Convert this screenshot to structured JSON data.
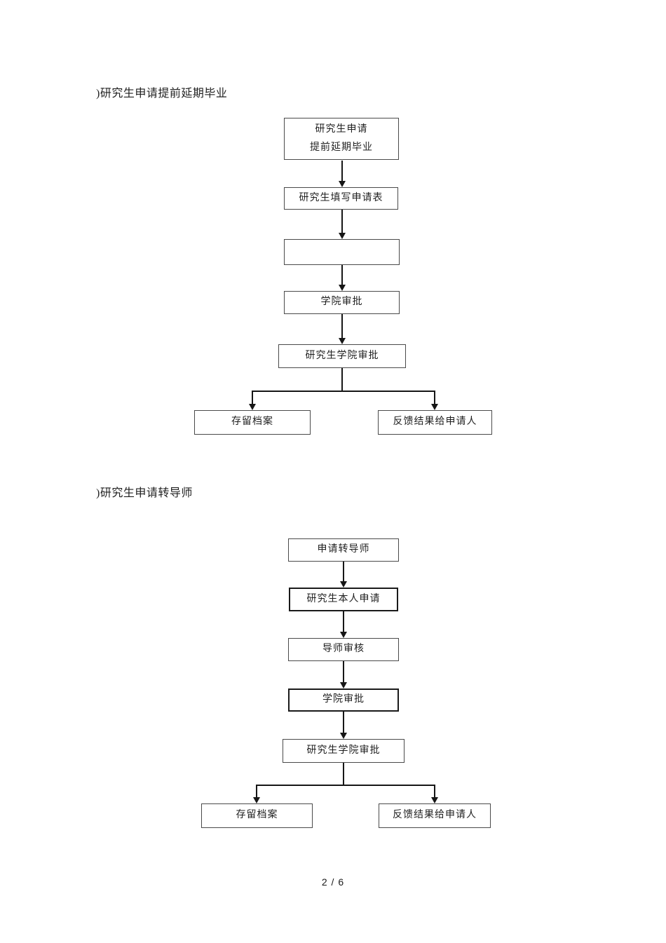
{
  "page": {
    "number_label": "2 / 6"
  },
  "theme": {
    "background": "#ffffff",
    "text_color": "#1a1a1a",
    "box_border_color": "#4a4a4a",
    "bold_box_border_color": "#1a1a1a",
    "arrow_color": "#161616"
  },
  "sections": [
    {
      "heading": ")研究生申请提前延期毕业",
      "nodes": {
        "start_line1": "研究生申请",
        "start_line2": "提前延期毕业",
        "fill_form": "研究生填写申请表",
        "empty_step": "",
        "college_approval": "学院审批",
        "grad_school_approval": "研究生学院审批",
        "archive": "存留档案",
        "feedback": "反馈结果给申请人"
      }
    },
    {
      "heading": ")研究生申请转导师",
      "nodes": {
        "apply_transfer": "申请转导师",
        "self_apply": "研究生本人申请",
        "supervisor_review": "导师审核",
        "college_approval": "学院审批",
        "grad_school_approval": "研究生学院审批",
        "archive": "存留档案",
        "feedback": "反馈结果给申请人"
      }
    }
  ]
}
